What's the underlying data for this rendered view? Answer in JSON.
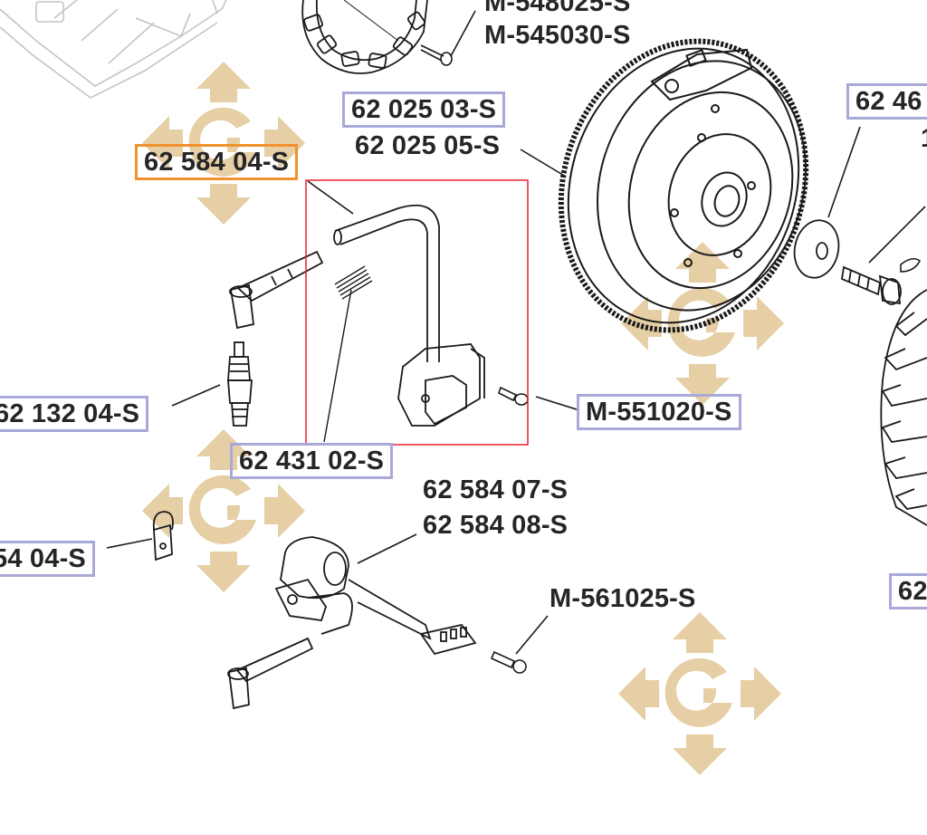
{
  "parts": [
    {
      "id": "p1",
      "number": "M-548025-S",
      "style": "plain",
      "interactable": false
    },
    {
      "id": "p2",
      "number": "M-545030-S",
      "style": "plain",
      "interactable": false
    },
    {
      "id": "p3",
      "number": "62 025 03-S",
      "style": "boxed",
      "interactable": true
    },
    {
      "id": "p4",
      "number": "62 025 05-S",
      "style": "plain",
      "interactable": false
    },
    {
      "id": "p5",
      "number": "62 584 04-S",
      "style": "highlighted",
      "interactable": true
    },
    {
      "id": "p6",
      "number": "62 46",
      "style": "boxed",
      "interactable": true
    },
    {
      "id": "p7",
      "number": "1",
      "style": "plain",
      "interactable": false
    },
    {
      "id": "p8",
      "number": "62 132 04-S",
      "style": "boxed",
      "interactable": true
    },
    {
      "id": "p9",
      "number": "M-551020-S",
      "style": "boxed",
      "interactable": true
    },
    {
      "id": "p10",
      "number": "62 431 02-S",
      "style": "boxed",
      "interactable": true
    },
    {
      "id": "p11",
      "number": "62 584 07-S",
      "style": "plain",
      "interactable": false
    },
    {
      "id": "p12",
      "number": "62 584 08-S",
      "style": "plain",
      "interactable": false
    },
    {
      "id": "p13",
      "number": "54 04-S",
      "style": "boxed",
      "interactable": true
    },
    {
      "id": "p14",
      "number": "M-561025-S",
      "style": "plain",
      "interactable": false
    },
    {
      "id": "p15",
      "number": "62",
      "style": "boxed",
      "interactable": true
    }
  ],
  "colors": {
    "label_border": "#a9a9d9",
    "highlight_border": "#f0922e",
    "selection_box": "#e8212b",
    "watermark": "#e6cfa5",
    "line": "#1a1a1a",
    "label_text": "#262626"
  },
  "watermark_icon": "g-diamond-logo-icon"
}
